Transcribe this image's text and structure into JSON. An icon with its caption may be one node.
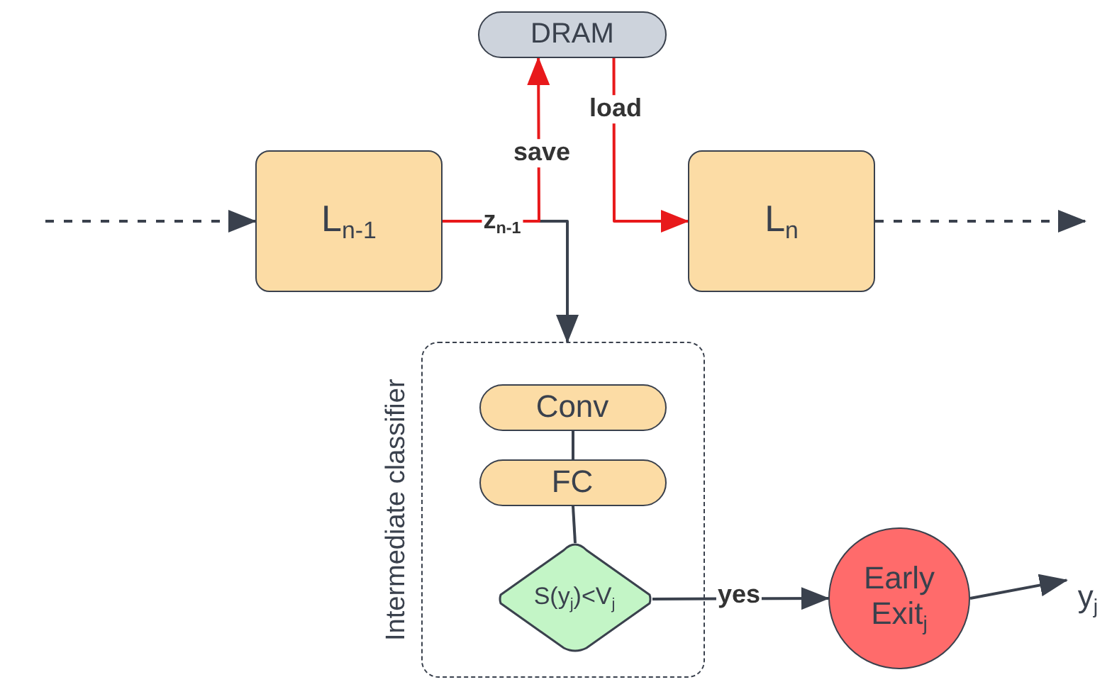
{
  "diagram": {
    "nodes": [
      {
        "text": [
          "DRAM"
        ]
      },
      {
        "text": [
          "L$_{n-1}$"
        ]
      },
      {
        "text": [
          "L$_{n}$"
        ]
      },
      {
        "text": [
          "Intermediate classifier"
        ]
      },
      {
        "text": [
          "Conv"
        ],
        "in": 3
      },
      {
        "text": [
          "FC"
        ],
        "in": 3
      },
      {
        "text": [
          "S(y$_{j}$)<V$_{j}$"
        ],
        "in": 3
      },
      {
        "text": [
          "Early Exit$_{j}$"
        ]
      },
      {
        "text": [
          "y$_{j}$"
        ]
      }
    ],
    "edges": [
      {
        "from": null,
        "to": 1,
        "arrow": "to",
        "style": "dashed"
      },
      {
        "from": 2,
        "to": null,
        "arrow": "to",
        "style": "dashed"
      },
      {
        "from": 1,
        "to": 3,
        "arrow": "to",
        "label": "z$_{n-1}$"
      },
      {
        "from": 1,
        "to": 0,
        "arrow": "to",
        "label": "save",
        "color": "#e8191b"
      },
      {
        "from": 0,
        "to": 2,
        "arrow": "to",
        "label": "load",
        "color": "#e8191b"
      },
      {
        "from": 4,
        "to": 5,
        "arrow": "none"
      },
      {
        "from": 5,
        "to": 6,
        "arrow": "none"
      },
      {
        "from": 6,
        "to": 7,
        "arrow": "to",
        "label": "yes"
      },
      {
        "from": 7,
        "to": 8,
        "arrow": "to"
      }
    ]
  }
}
